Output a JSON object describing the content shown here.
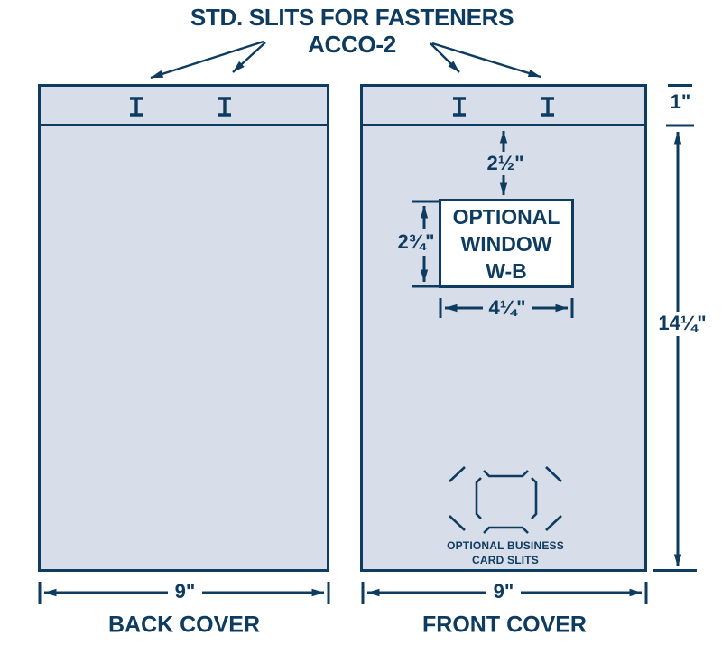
{
  "title": {
    "line1": "STD. SLITS FOR FASTENERS",
    "line2": "ACCO-2"
  },
  "colors": {
    "navy": "#0e3c60",
    "cover-fill": "#d8dee9",
    "white": "#ffffff"
  },
  "dims": {
    "strip_height": "1\"",
    "cover_height": "14¼\""
  },
  "back": {
    "label": "BACK COVER",
    "width_dim": "9\""
  },
  "front": {
    "label": "FRONT COVER",
    "width_dim": "9\"",
    "window": {
      "lines": [
        "OPTIONAL",
        "WINDOW",
        "W-B"
      ],
      "offset_dim": "2½\"",
      "height_dim": "2¾\"",
      "width_dim": "4¼\""
    },
    "business_card": {
      "line1": "OPTIONAL BUSINESS",
      "line2": "CARD SLITS"
    }
  }
}
